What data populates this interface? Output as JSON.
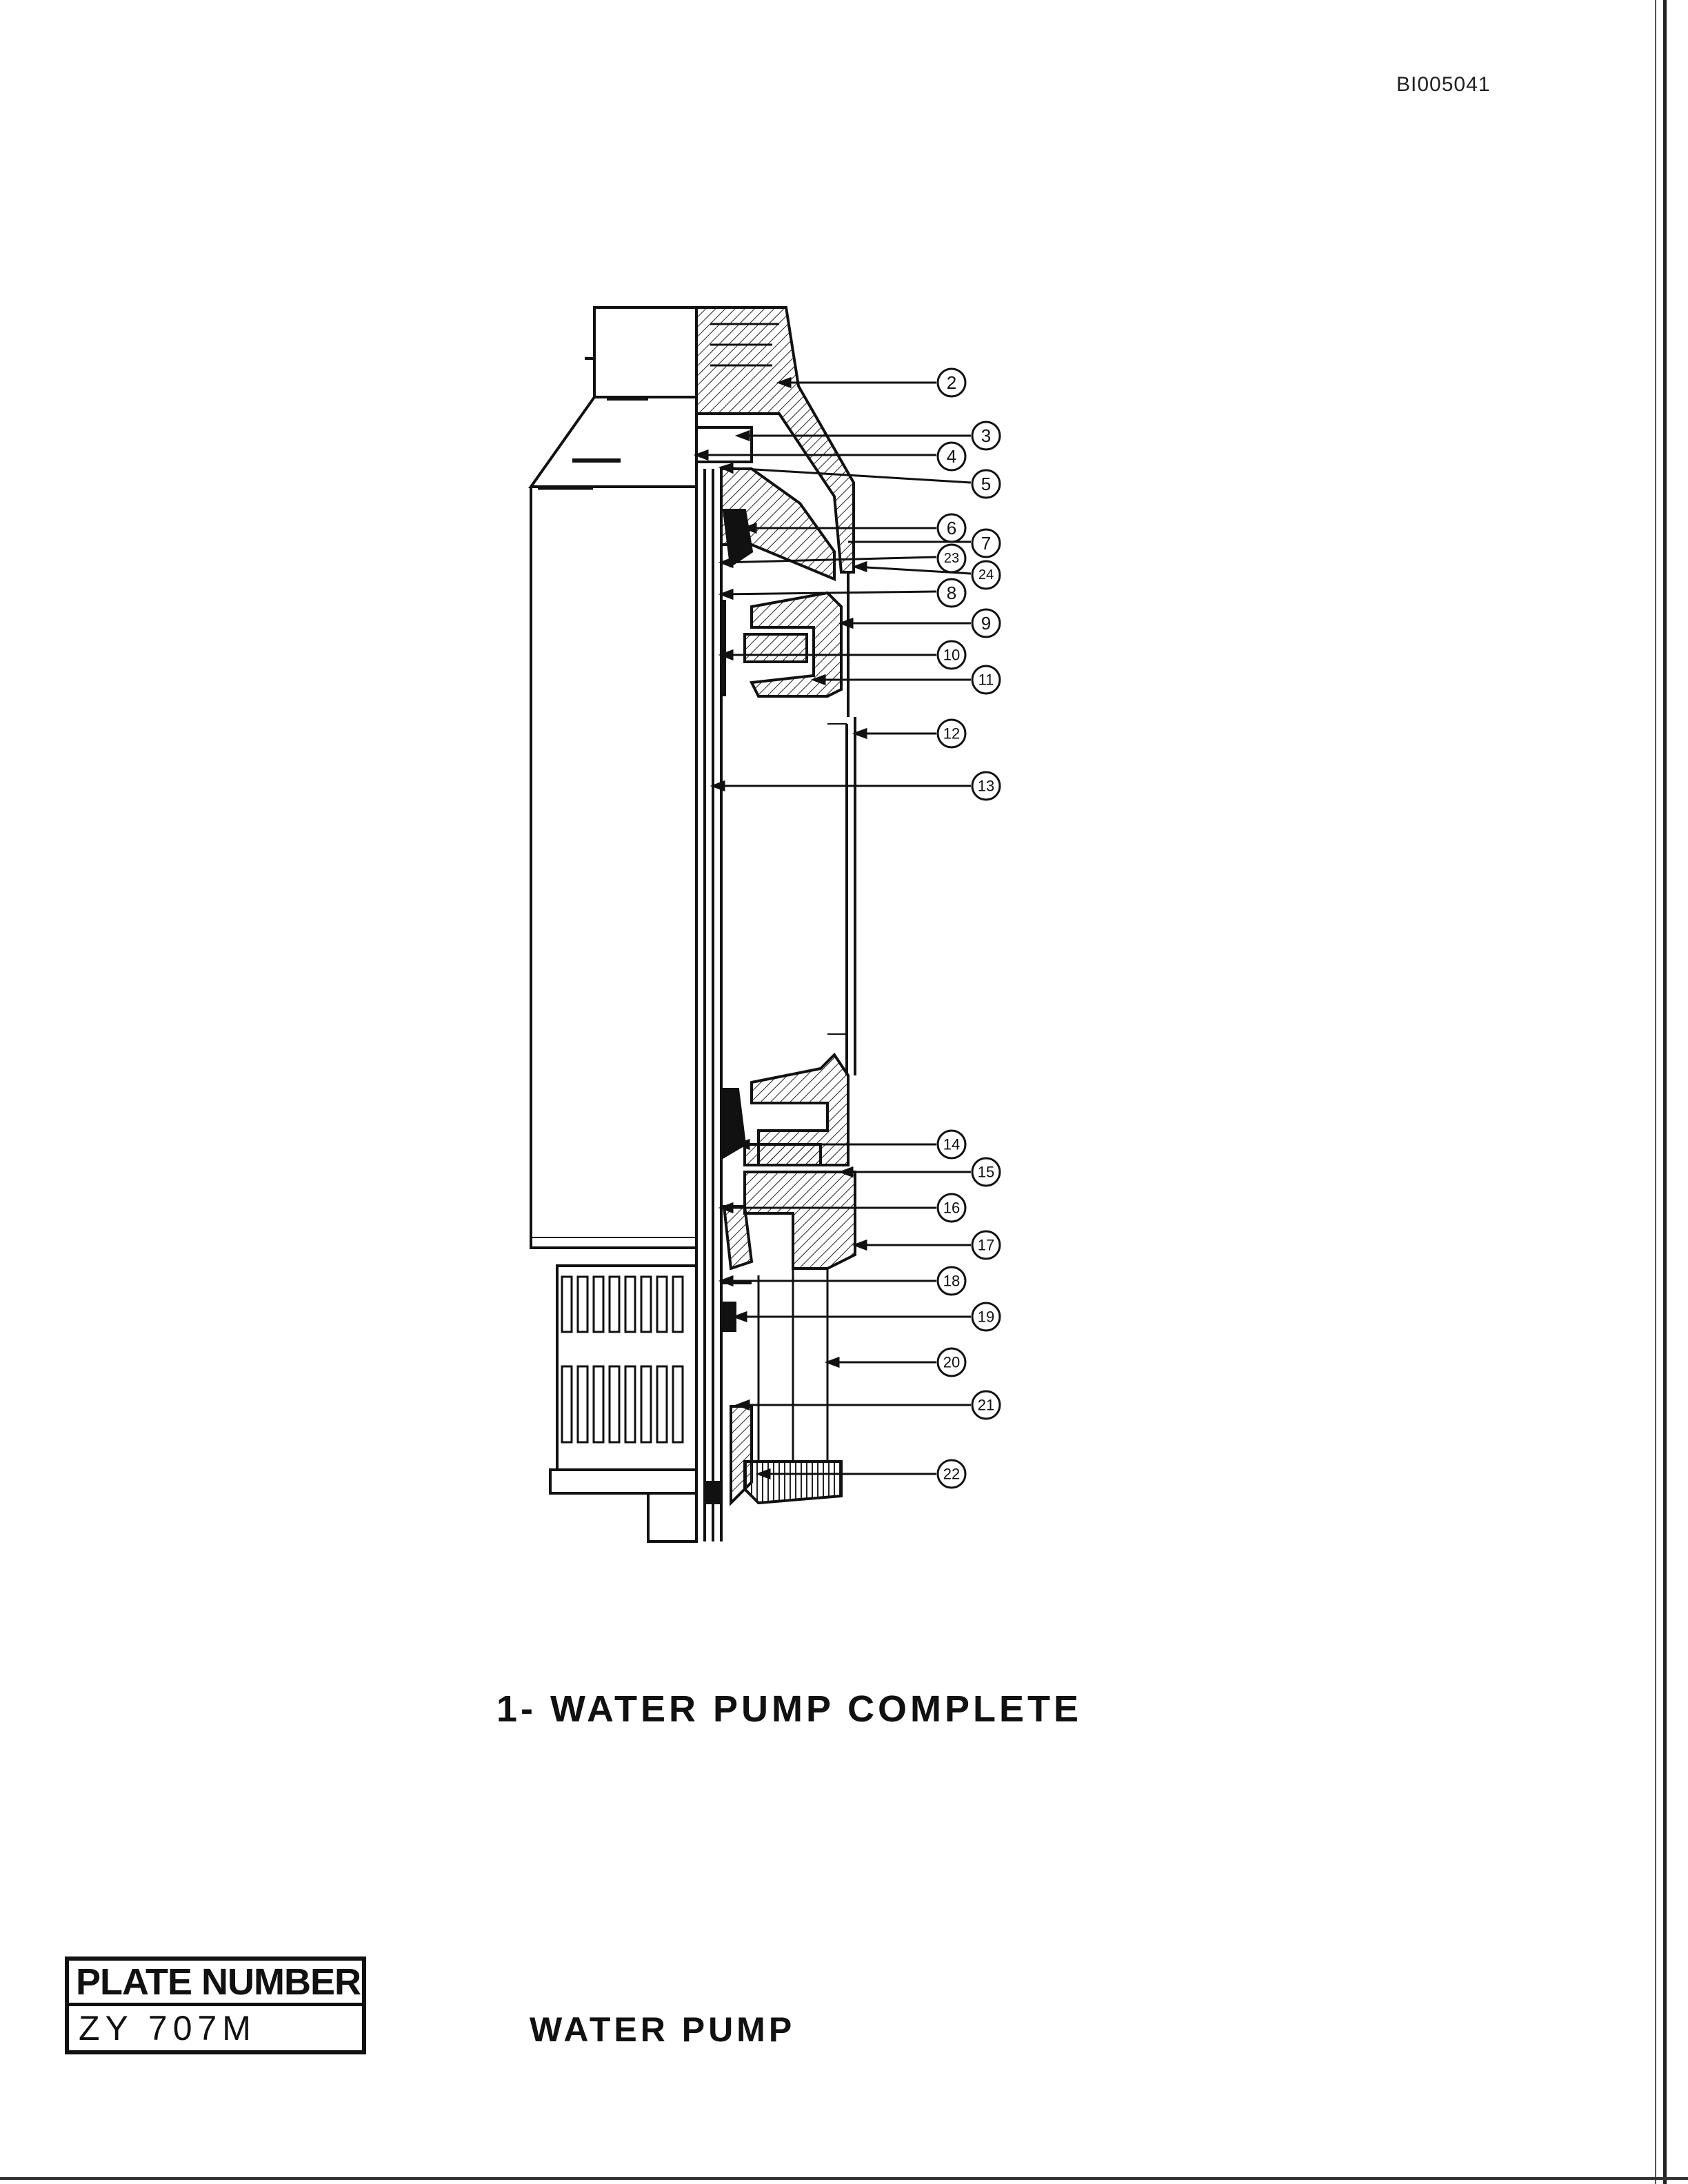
{
  "document": {
    "doc_id": "BI005041",
    "caption": "1- WATER PUMP COMPLETE",
    "footer_title": "WATER PUMP"
  },
  "plate": {
    "header": "PLATE NUMBER",
    "number": "ZY 707M"
  },
  "callouts": [
    "2",
    "3",
    "4",
    "5",
    "6",
    "7",
    "23",
    "24",
    "8",
    "9",
    "10",
    "11",
    "12",
    "13",
    "14",
    "15",
    "16",
    "17",
    "18",
    "19",
    "20",
    "21",
    "22"
  ]
}
